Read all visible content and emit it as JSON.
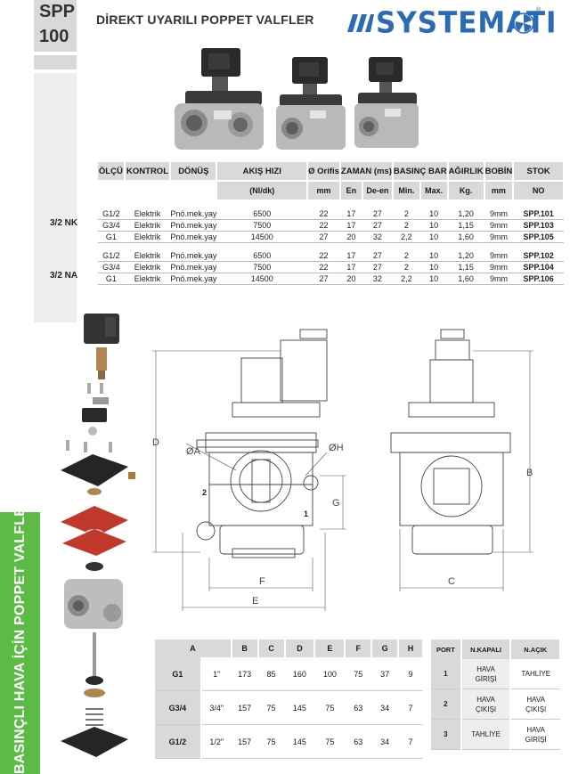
{
  "header": {
    "code_line1": "SPP",
    "code_line2": "100",
    "title": "DİREKT UYARILI POPPET VALFLER",
    "brand": "SYSTEMATI"
  },
  "sidebar": {
    "category": "BASINÇLI HAVA İÇİN POPPET VALFLER",
    "accent_color": "#5cba47"
  },
  "spec_table": {
    "headers": [
      "ÖLÇÜ",
      "KONTROL",
      "DÖNÜŞ",
      "AKIŞ HIZI",
      "Ø Orifis",
      "ZAMAN (ms)",
      "BASINÇ BAR",
      "AĞIRLIK",
      "BOBİN",
      "STOK"
    ],
    "subheaders": [
      "(Nl/dk)",
      "mm",
      "En",
      "De-en",
      "Min.",
      "Max.",
      "Kg.",
      "mm",
      "NO"
    ],
    "groups": [
      {
        "label": "3/2 NK",
        "rows": [
          [
            "G1/2",
            "Elektrik",
            "Pnö.mek.yay",
            "6500",
            "22",
            "17",
            "27",
            "2",
            "10",
            "1,20",
            "9mm",
            "SPP.101"
          ],
          [
            "G3/4",
            "Elektrik",
            "Pnö.mek.yay",
            "7500",
            "22",
            "17",
            "27",
            "2",
            "10",
            "1,15",
            "9mm",
            "SPP.103"
          ],
          [
            "G1",
            "Elektrik",
            "Pnö.mek.yay",
            "14500",
            "27",
            "20",
            "32",
            "2,2",
            "10",
            "1,60",
            "9mm",
            "SPP.105"
          ]
        ]
      },
      {
        "label": "3/2 NA",
        "rows": [
          [
            "G1/2",
            "Elektrik",
            "Pnö.mek.yay",
            "6500",
            "22",
            "17",
            "27",
            "2",
            "10",
            "1,20",
            "9mm",
            "SPP.102"
          ],
          [
            "G3/4",
            "Elektrik",
            "Pnö.mek.yay",
            "7500",
            "22",
            "17",
            "27",
            "2",
            "10",
            "1,15",
            "9mm",
            "SPP.104"
          ],
          [
            "G1",
            "Elektrik",
            "Pnö.mek.yay",
            "14500",
            "27",
            "20",
            "32",
            "2,2",
            "10",
            "1,60",
            "9mm",
            "SPP.106"
          ]
        ]
      }
    ]
  },
  "drawing": {
    "labels": {
      "a": "A",
      "b": "B",
      "c": "C",
      "d": "D",
      "e": "E",
      "f": "F",
      "g": "G",
      "h": "H",
      "port1": "1",
      "port2": "2"
    }
  },
  "dimension_table": {
    "headers": [
      "A",
      "B",
      "C",
      "D",
      "E",
      "F",
      "G",
      "H"
    ],
    "rows": [
      [
        "G1",
        "1\"",
        "173",
        "85",
        "160",
        "100",
        "75",
        "37",
        "9"
      ],
      [
        "G3/4",
        "3/4\"",
        "157",
        "75",
        "145",
        "75",
        "63",
        "34",
        "7"
      ],
      [
        "G1/2",
        "1/2\"",
        "157",
        "75",
        "145",
        "75",
        "63",
        "34",
        "7"
      ]
    ]
  },
  "port_table": {
    "headers": [
      "PORT",
      "N.KAPALI",
      "N.AÇIK"
    ],
    "rows": [
      {
        "port": "1",
        "nk": [
          "HAVA",
          "GİRİŞİ"
        ],
        "na": [
          "TAHLİYE"
        ]
      },
      {
        "port": "2",
        "nk": [
          "HAVA",
          "ÇIKIŞI"
        ],
        "na": [
          "HAVA",
          "ÇIKIŞI"
        ]
      },
      {
        "port": "3",
        "nk": [
          "TAHLİYE"
        ],
        "na": [
          "HAVA",
          "GİRİŞİ"
        ]
      }
    ]
  }
}
